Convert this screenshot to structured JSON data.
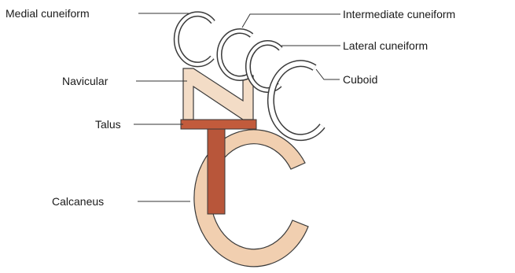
{
  "labels": {
    "medial_cuneiform": "Medial cuneiform",
    "intermediate_cuneiform": "Intermediate cuneiform",
    "lateral_cuneiform": "Lateral cuneiform",
    "cuboid": "Cuboid",
    "navicular": "Navicular",
    "talus": "Talus",
    "calcaneus": "Calcaneus"
  },
  "letters": {
    "cuneiforms": [
      "C",
      "C",
      "C"
    ],
    "cuboid": "C",
    "navicular": "N",
    "talus": "T",
    "calcaneus": "C"
  },
  "colors": {
    "letter_outline": "#3a3a3a",
    "navicular_fill": "#f3dcc6",
    "talus_fill": "#c25b3c",
    "calcaneus_fill": "#f1cfb0"
  }
}
